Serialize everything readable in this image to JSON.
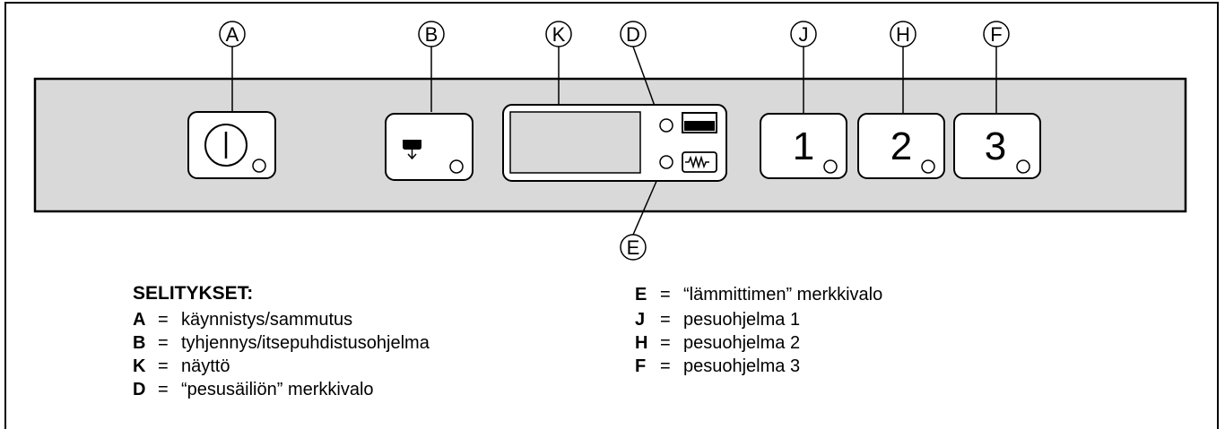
{
  "callouts": {
    "A": "A",
    "B": "B",
    "K": "K",
    "D": "D",
    "J": "J",
    "H": "H",
    "F": "F",
    "E": "E"
  },
  "program_buttons": [
    "1",
    "2",
    "3"
  ],
  "legend": {
    "title": "SELITYKSET:",
    "separator": "=",
    "left": [
      {
        "key": "A",
        "text": "käynnistys/sammutus"
      },
      {
        "key": "B",
        "text": "tyhjennys/itsepuhdistusohjelma"
      },
      {
        "key": "K",
        "text": "näyttö"
      },
      {
        "key": "D",
        "text": "“pesusäiliön” merkkivalo"
      }
    ],
    "right": [
      {
        "key": "E",
        "text": "“lämmittimen” merkkivalo"
      },
      {
        "key": "J",
        "text": "pesuohjelma 1"
      },
      {
        "key": "H",
        "text": "pesuohjelma 2"
      },
      {
        "key": "F",
        "text": "pesuohjelma 3"
      }
    ]
  },
  "colors": {
    "panel": "#d9d9d9",
    "stroke": "#000000",
    "button_face": "#ffffff"
  },
  "icons": {
    "A": "power-icon",
    "B": "drain-icon",
    "D": "tank-icon",
    "E": "heater-icon"
  }
}
